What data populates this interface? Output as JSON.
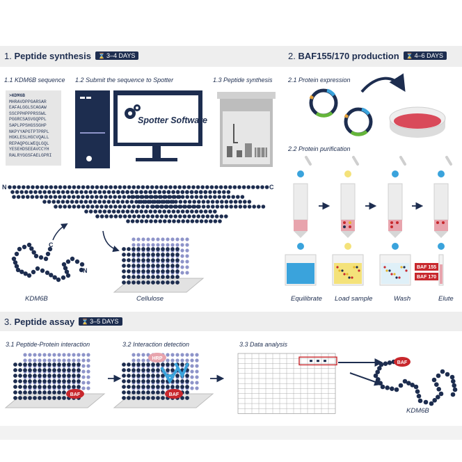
{
  "sections": {
    "s1": {
      "number": "1.",
      "title": "Peptide synthesis",
      "duration": "3–4 DAYS"
    },
    "s2": {
      "number": "2.",
      "title": "BAF155/170 production",
      "duration": "4–6 DAYS"
    },
    "s3": {
      "number": "3.",
      "title": "Peptide assay",
      "duration": "3–5 DAYS"
    }
  },
  "steps": {
    "s1_1": "1.1 KDM6B sequence",
    "s1_2": "1.2 Submit the sequence to Spotter",
    "s1_3": "1.3 Peptide synthesis",
    "s2_1": "2.1 Protein expression",
    "s2_2": "2.2 Protein purification",
    "s3_1": "3.1 Peptide-Protein interaction",
    "s3_2": "3.2 Interaction detection",
    "s3_3": "3.3 Data analysis"
  },
  "sequence": {
    "header": ">KDM6B",
    "lines": [
      "MHRAVDPPGARSAR",
      "EAFALGGLSCAGAW",
      "SSCPPHPPPRSSWL",
      "PGGRCSASVGQPPL",
      "SAPLPPSHGSSGHP",
      "NKPYYAPGTPTPRPL",
      "HGKLESLHGCVQALL",
      "REPAQPGLWEQLGQL",
      "YESEHDSEEAVCCYH",
      "RALRYGGSFAELGPRI"
    ]
  },
  "software_label": "Spotter Software",
  "terminals": {
    "n": "N",
    "c": "C"
  },
  "labels": {
    "kdm6b": "KDM6B",
    "cellulose": "Cellulose",
    "equilibrate": "Equilibrate",
    "load_sample": "Load sample",
    "wash": "Wash",
    "elute": "Elute",
    "kdm6b_result": "KDM6B"
  },
  "tags": {
    "baf155": "BAF 155",
    "baf170": "BAF 170",
    "baf": "BAF",
    "hrp": "HRP"
  },
  "icons": [
    "hourglass-icon",
    "gear-icon",
    "plasmid-icon",
    "petri-dish-icon",
    "column-icon",
    "beaker-icon",
    "arrow-icon"
  ],
  "colors": {
    "navy": "#1d2d4f",
    "lavender": "#8e94c9",
    "red": "#c8282d",
    "pink": "#e8a4ad",
    "blue": "#3aa3dc",
    "yellow": "#f4e27a",
    "band": "#eeeeee"
  }
}
